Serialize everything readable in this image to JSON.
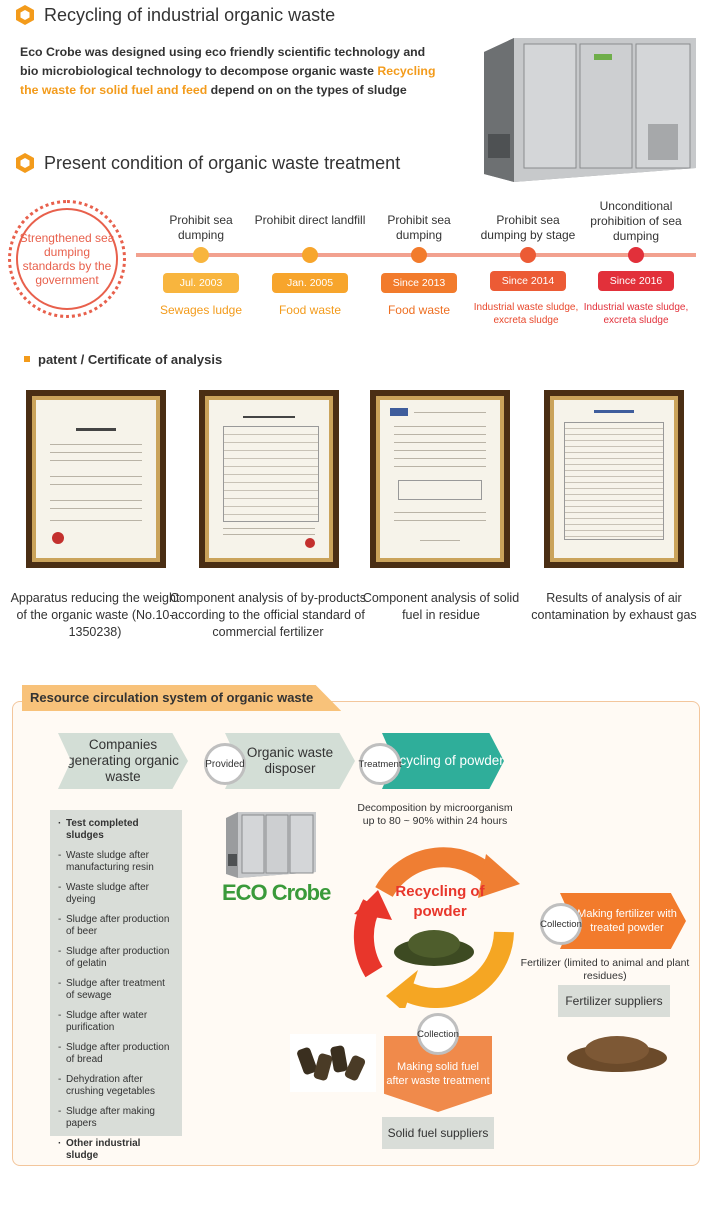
{
  "section1": {
    "title": "Recycling of industrial organic waste",
    "intro_part1": "Eco Crobe was designed using eco friendly scientific technology and bio microbiological technology to decompose organic waste ",
    "intro_highlight": "Recycling the waste for solid fuel and feed",
    "intro_part2": " depend on on the types of sludge"
  },
  "section2": {
    "title": "Present condition of organic waste treatment",
    "badge": "Strengthened sea dumping standards by the government",
    "timeline": [
      {
        "label": "Prohibit sea dumping",
        "date": "Jul. 2003",
        "waste": "Sewages ludge",
        "color": "#f8b53e",
        "waste_color": "#f39b1b"
      },
      {
        "label": "Prohibit direct landfill",
        "date": "Jan. 2005",
        "waste": "Food waste",
        "color": "#f7a52c",
        "waste_color": "#f39b1b"
      },
      {
        "label": "Prohibit sea dumping",
        "date": "Since 2013",
        "waste": "Food waste",
        "color": "#f27b2c",
        "waste_color": "#ee6f22"
      },
      {
        "label": "Prohibit sea dumping by stage",
        "date": "Since 2014",
        "waste": "Industrial waste sludge, excreta sludge",
        "color": "#ec5b35",
        "waste_color": "#e8482c"
      },
      {
        "label": "Unconditional prohibition of sea dumping",
        "date": "Since 2016",
        "waste": "Industrial waste sludge, excreta sludge",
        "color": "#e2303a",
        "waste_color": "#e2303a"
      }
    ]
  },
  "patent": {
    "title": "patent / Certificate of analysis",
    "certs": [
      {
        "caption": "Apparatus reducing the weight of the organic waste (No.10-1350238)"
      },
      {
        "caption": "Component analysis of by-products according to the official standard of commercial fertilizer"
      },
      {
        "caption": "Component analysis of solid fuel in residue"
      },
      {
        "caption": "Results of analysis of air contamination by exhaust gas"
      }
    ]
  },
  "circulation": {
    "title": "Resource circulation system of organic waste",
    "companies": "Companies generating organic waste",
    "provided": "Provided",
    "disposer": "Organic waste disposer",
    "treatment": "Treatment",
    "recycling": "Recycling of powder",
    "decomposition": "Decomposition by microorganism up to 80 ~ 90% within 24 hours",
    "logo": "ECO Crobe",
    "cycle": "Recycling of powder",
    "collection1": "Collection",
    "fertilizer_making": "Making fertilizer with treated powder",
    "fertilizer_note": "Fertilizer (limited to animal and plant residues)",
    "fertilizer_suppliers": "Fertilizer suppliers",
    "collection2": "Collection",
    "fuel_making": "Making solid fuel after waste treatment",
    "fuel_suppliers": "Solid fuel suppliers",
    "sludges": [
      {
        "text": "Test completed sludges",
        "bold": true
      },
      {
        "text": "Waste sludge after manufacturing resin",
        "bold": false
      },
      {
        "text": "Waste sludge after dyeing",
        "bold": false
      },
      {
        "text": "Sludge after production of beer",
        "bold": false
      },
      {
        "text": "Sludge after production of gelatin",
        "bold": false
      },
      {
        "text": "Sludge after treatment of sewage",
        "bold": false
      },
      {
        "text": "Sludge after water purification",
        "bold": false
      },
      {
        "text": "Sludge after production of bread",
        "bold": false
      },
      {
        "text": "Dehydration after crushing vegetables",
        "bold": false
      },
      {
        "text": "Sludge after making papers",
        "bold": false
      },
      {
        "text": "Other industrial sludge",
        "bold": true
      }
    ]
  }
}
